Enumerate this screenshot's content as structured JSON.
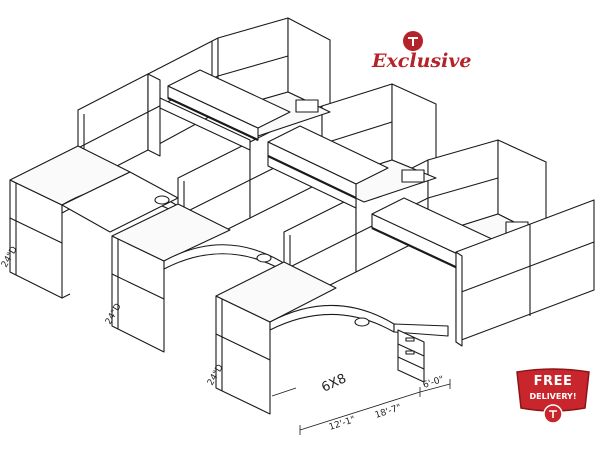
{
  "brand": {
    "name": "Exclusive",
    "accent_color": "#b5232a",
    "icon": "th-logo-icon"
  },
  "badge": {
    "line1": "FREE",
    "line2": "DELIVERY!",
    "color": "#c8262c"
  },
  "drawing": {
    "size_label": "6X8",
    "dimension_labels": [
      "24\"D",
      "24\"D",
      "24\"D",
      "12'-1\"",
      "18'-7\"",
      "6'-0\""
    ],
    "line_color": "#1a1a1a"
  }
}
